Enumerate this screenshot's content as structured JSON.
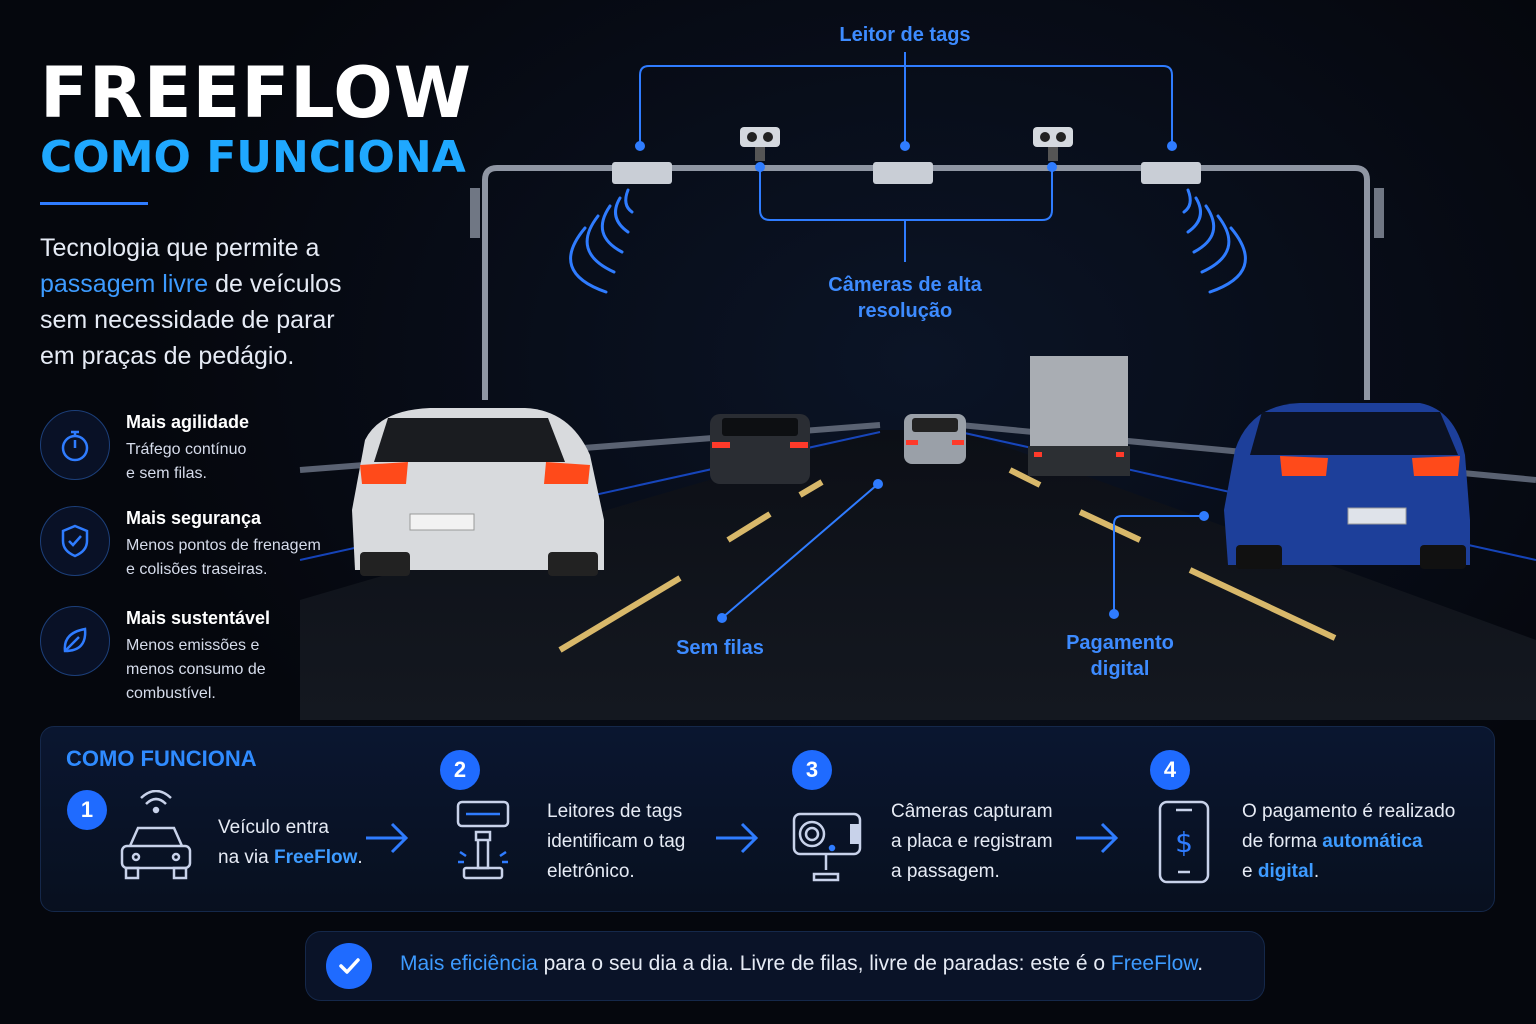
{
  "header": {
    "title": "FREEFLOW",
    "subtitle": "COMO FUNCIONA"
  },
  "intro": {
    "part1": "Tecnologia que permite a",
    "highlight": "passagem livre",
    "part2": "de veículos",
    "line3": "sem necessidade de parar",
    "line4": "em praças de pedágio."
  },
  "benefits": [
    {
      "icon": "stopwatch-icon",
      "title": "Mais agilidade",
      "line1": "Tráfego contínuo",
      "line2": "e sem filas."
    },
    {
      "icon": "shield-check-icon",
      "title": "Mais segurança",
      "line1": "Menos pontos de frenagem",
      "line2": "e colisões traseiras."
    },
    {
      "icon": "leaf-icon",
      "title": "Mais sustentável",
      "line1": "Menos emissões e",
      "line2": "menos consumo de",
      "line3": "combustível."
    }
  ],
  "callouts": {
    "tag_reader": "Leitor de tags",
    "cameras_line1": "Câmeras de alta",
    "cameras_line2": "resolução",
    "no_queues": "Sem filas",
    "payment_line1": "Pagamento",
    "payment_line2": "digital"
  },
  "steps_panel": {
    "title": "COMO FUNCIONA",
    "steps": [
      {
        "number": "1",
        "icon": "car-signal-icon",
        "line1": "Veículo entra",
        "line2_pre": "na via ",
        "line2_hl": "FreeFlow",
        "line2_post": "."
      },
      {
        "number": "2",
        "icon": "tag-reader-icon",
        "line1": "Leitores de tags",
        "line2": "identificam o tag",
        "line3": "eletrônico."
      },
      {
        "number": "3",
        "icon": "camera-icon",
        "line1": "Câmeras capturam",
        "line2": "a placa e registram",
        "line3": "a passagem."
      },
      {
        "number": "4",
        "icon": "phone-dollar-icon",
        "line1": "O pagamento é realizado",
        "line2_pre": "de forma ",
        "line2_hl": "automática",
        "line3_pre": "e ",
        "line3_hl": "digital",
        "line3_post": "."
      }
    ]
  },
  "banner": {
    "highlight1": "Mais eficiência",
    "middle": " para o seu dia a dia. Livre de filas, livre de paradas: este é o ",
    "highlight2": "FreeFlow",
    "end": "."
  },
  "colors": {
    "accent": "#1f6bff",
    "accent_light": "#3d9bff",
    "title_cyan": "#1fa8ff",
    "background": "#05070d"
  }
}
